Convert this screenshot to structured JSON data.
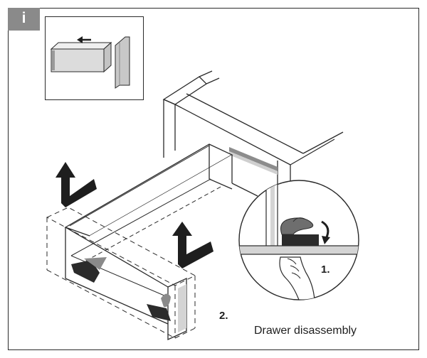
{
  "badge": {
    "label": "i"
  },
  "steps": {
    "step1": "1.",
    "step2": "2."
  },
  "caption": "Drawer disassembly",
  "colors": {
    "line": "#2a2a2a",
    "gray_fill": "#d4d4d4",
    "dark": "#1e1e1e",
    "badge": "#8a8a8a"
  }
}
